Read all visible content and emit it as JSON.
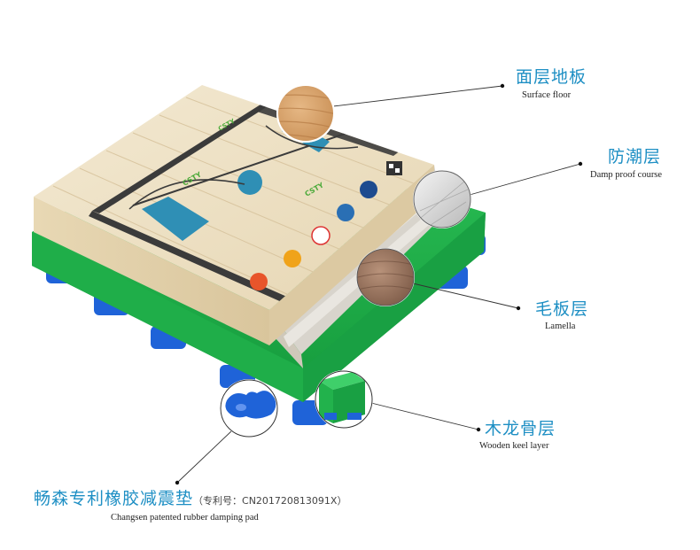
{
  "callouts": {
    "surface": {
      "zh": "面层地板",
      "en": "Surface floor"
    },
    "damp": {
      "zh": "防潮层",
      "en": "Damp proof course"
    },
    "lamella": {
      "zh": "毛板层",
      "en": "Lamella"
    },
    "keel": {
      "zh": "木龙骨层",
      "en": "Wooden keel layer"
    },
    "pad": {
      "zh": "畅森专利橡胶减震垫",
      "patent": "（专利号：CN201720813091X）",
      "en": "Changsen patented rubber damping pad"
    }
  },
  "board_logo": "CSTY",
  "colors": {
    "label_blue": "#1e8fc4",
    "keel_green": "#22b24c",
    "court_blue": "#2f8fb5",
    "pad_blue": "#1f63d8",
    "wood": "#efe3c8"
  }
}
